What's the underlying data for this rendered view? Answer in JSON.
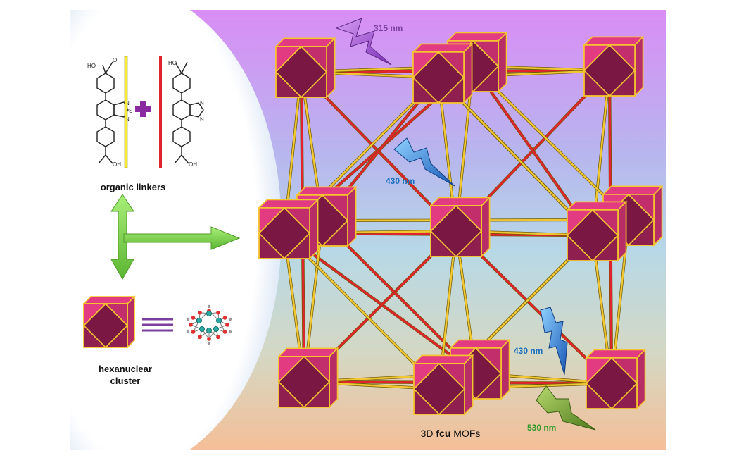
{
  "labels": {
    "organic_linkers": "organic linkers",
    "hexanuclear_line1": "hexanuclear",
    "hexanuclear_line2": "cluster",
    "mof_prefix": "3D ",
    "mof_bold": "fcu",
    "mof_suffix": " MOFs",
    "linker_ho": "HO",
    "linker_oh": "OH",
    "linker_n": "N",
    "linker_s": "S"
  },
  "wavelengths": {
    "uv": "315 nm",
    "blue_top": "430 nm",
    "blue_bottom": "430 nm",
    "green": "530 nm"
  },
  "colors": {
    "cluster_face": "#8e1f4e",
    "cluster_light": "#e23b82",
    "cluster_edge": "#f5c530",
    "rod_yellow": "#f0c633",
    "rod_red": "#e0242e",
    "arrow_green": "#7fd44a",
    "plus_purple": "#8a2aa0",
    "bolt_violet": "#a450d8",
    "bolt_blue": "#2f8fe0",
    "bolt_green": "#6b9a2c",
    "label_violet": "#7a3f9a",
    "label_blue": "#1b6fc0",
    "label_green": "#2e9a2a"
  },
  "icons": [
    "lightning-bolt-icon",
    "double-arrow-icon",
    "equals-icon",
    "plus-icon"
  ]
}
